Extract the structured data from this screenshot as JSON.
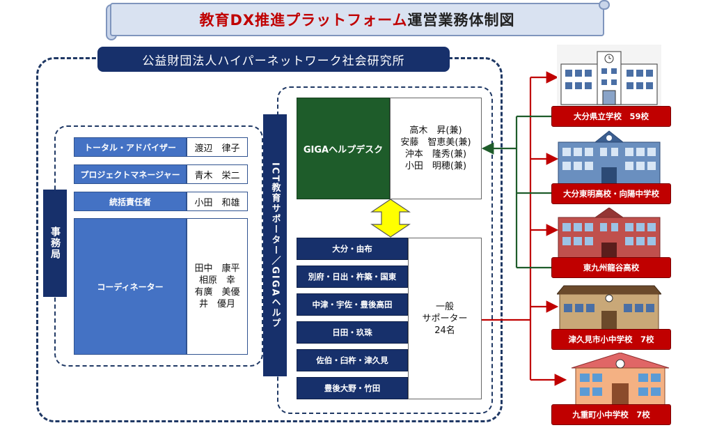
{
  "title": {
    "part_red": "教育DX推進プラットフォーム",
    "part_black": "運営業務体制図"
  },
  "organization": "公益財団法人ハイパーネットワーク社会研究所",
  "secretariat": {
    "label": "事務局",
    "roles": [
      {
        "role": "トータル・アドバイザー",
        "names": [
          "渡辺　律子"
        ]
      },
      {
        "role": "プロジェクトマネージャー",
        "names": [
          "青木　栄二"
        ]
      },
      {
        "role": "統括責任者",
        "names": [
          "小田　和雄"
        ]
      },
      {
        "role": "コーディネーター",
        "names": [
          "田中　康平",
          "相原　幸",
          "有廣　美優",
          "井　優月"
        ]
      }
    ]
  },
  "ict_support": {
    "label": "ICT教育サポーター／GIGAヘルプ",
    "helpdesk": {
      "label": "GIGAヘルプデスク",
      "names": [
        "高木　昇(兼)",
        "安藤　智恵美(兼)",
        "沖本　隆秀(兼)",
        "小田　明穂(兼)"
      ]
    },
    "regions": [
      "大分・由布",
      "別府・日出・杵築・国東",
      "中津・宇佐・豊後高田",
      "日田・玖珠",
      "佐伯・臼杵・津久見",
      "豊後大野・竹田"
    ],
    "supporters": [
      "一般",
      "サポーター",
      "24名"
    ]
  },
  "schools": [
    {
      "label": "大分県立学校　59校"
    },
    {
      "label": "大分東明高校・向陽中学校"
    },
    {
      "label": "東九州龍谷高校"
    },
    {
      "label": "津久見市小中学校　7校"
    },
    {
      "label": "九重町小中学校　7校"
    }
  ],
  "colors": {
    "navy": "#17306b",
    "green": "#1e5c2a",
    "red": "#c00000",
    "blue": "#4472c4",
    "yellow": "#ffff00"
  }
}
